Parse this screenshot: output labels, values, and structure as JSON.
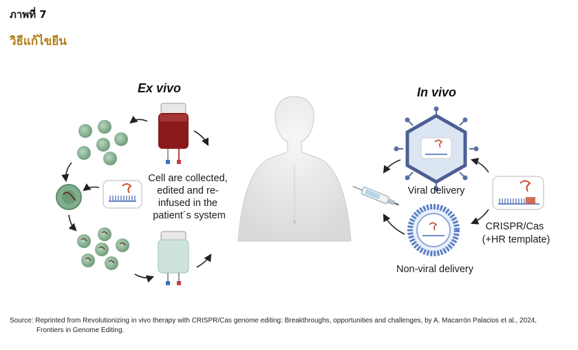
{
  "figure": {
    "label": "ภาพที่ 7",
    "title": "วิธีแก้ไขยีน"
  },
  "diagram": {
    "ex_vivo": {
      "heading": "Ex vivo",
      "description": [
        "Cell are collected,",
        "edited and re-",
        "infused in the",
        "patient´s system"
      ]
    },
    "in_vivo": {
      "heading": "In vivo",
      "viral_label": "Viral delivery",
      "nonviral_label": "Non-viral delivery",
      "crispr_label": [
        "CRISPR/Cas",
        "(+HR template)"
      ]
    },
    "colors": {
      "blood_bag": "#8b1a1a",
      "saline_bag": "#cfe3dc",
      "cell_green": "#7fae8c",
      "edited_cell": "#6c9a78",
      "virus_capsid": "#5a6fa3",
      "lipid_blue": "#5b7fc4",
      "dna_strand": "#c84a2a",
      "dna_bars": "#3f63b5",
      "arrow": "#222222",
      "title_gold": "#b07d1a"
    }
  },
  "source": {
    "line1": "Source: Reprinted from Revolutionizing in vivo therapy with CRISPR/Cas genome editing: Breakthroughs, opportunities and challenges, by A. Macarrón Palacios et al., 2024,",
    "line2": "Frontiers in Genome Editing."
  }
}
